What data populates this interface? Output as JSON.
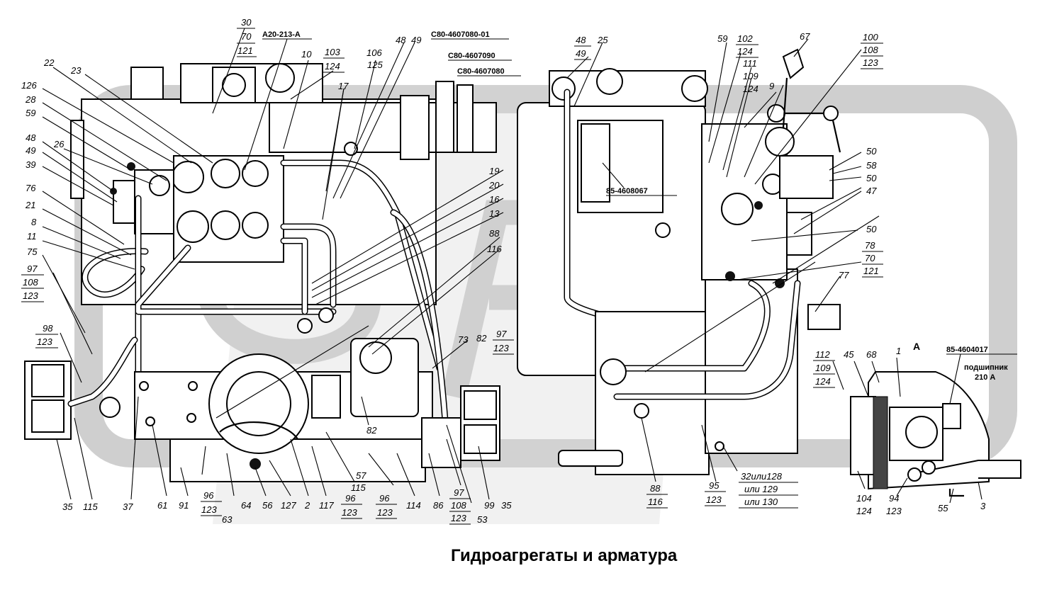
{
  "caption": "Гидроагрегаты и арматура",
  "view_marker": "А",
  "codes": {
    "c1": "А20-213-А",
    "c2": "С80-4607080-01",
    "c3": "С80-4607090",
    "c4": "С80-4607080",
    "c5": "85-4608067",
    "c6": "85-4604017"
  },
  "bearing_text": {
    "line1": "подшипник",
    "line2": "210 А"
  },
  "left_numbers": {
    "n30": "30",
    "n70": "70",
    "n121": "121",
    "n10": "10",
    "n103": "103",
    "n124": "124",
    "n106": "106",
    "n125": "125",
    "n48": "48",
    "n49": "49",
    "n22": "22",
    "n23": "23",
    "n126": "126",
    "n28": "28",
    "n59": "59",
    "n48b": "48",
    "n49b": "49",
    "n26": "26",
    "n39": "39",
    "n76": "76",
    "n21": "21",
    "n8": "8",
    "n11": "11",
    "n75": "75",
    "n97": "97",
    "n108": "108",
    "n123": "123",
    "n98": "98",
    "n123b": "123",
    "n17": "17",
    "n19": "19",
    "n20": "20",
    "n16": "16",
    "n13": "13",
    "n88": "88",
    "n116": "116",
    "n73": "73",
    "n82": "82",
    "n97b": "97",
    "n123c": "123",
    "n82b": "82"
  },
  "bottom_numbers": {
    "b35": "35",
    "b115": "115",
    "b37": "37",
    "b61": "61",
    "b91": "91",
    "b96": "96",
    "b123": "123",
    "b63": "63",
    "b64": "64",
    "b56": "56",
    "b127": "127",
    "b2": "2",
    "b117": "117",
    "b96b": "96",
    "b123b": "123",
    "b57": "57",
    "b115b": "115",
    "b96c": "96",
    "b123c": "123",
    "b114": "114",
    "b86": "86",
    "b97": "97",
    "b108": "108",
    "b123d": "123",
    "b53": "53",
    "b99": "99",
    "b35b": "35"
  },
  "right_numbers": {
    "r48": "48",
    "r49": "49",
    "r25": "25",
    "r59": "59",
    "r102": "102",
    "r124": "124",
    "r111": "111",
    "r109": "109",
    "r124b": "124",
    "r9": "9",
    "r67": "67",
    "r100": "100",
    "r108": "108",
    "r123": "123",
    "r50": "50",
    "r58": "58",
    "r50b": "50",
    "r47": "47",
    "r50c": "50",
    "r78": "78",
    "r70": "70",
    "r121": "121",
    "r77": "77",
    "r112": "112",
    "r109b": "109",
    "r124c": "124",
    "r45": "45",
    "r68": "68",
    "r1": "1",
    "r88": "88",
    "r116": "116",
    "r95": "95",
    "r123b": "123",
    "r32": "32или128",
    "r129": "или 129",
    "r130": "или 130",
    "r104": "104",
    "r124d": "124",
    "r94": "94",
    "r123c": "123",
    "r55": "55",
    "r3": "3"
  }
}
